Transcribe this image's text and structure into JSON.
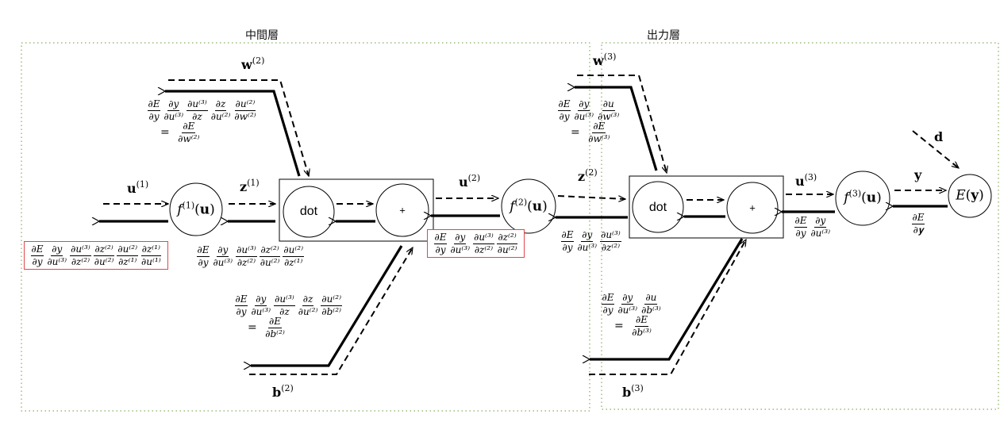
{
  "layers": {
    "hidden": {
      "title": "中間層"
    },
    "output": {
      "title": "出力層"
    }
  },
  "colors": {
    "layer_border": "#6b9a3a",
    "highlight_border": "#e0474c",
    "line": "#000000"
  },
  "nodes": {
    "f1": {
      "func": "f",
      "sup": "(1)",
      "arg": "u"
    },
    "dot1": {
      "label": "dot"
    },
    "plus1": {
      "label": "+"
    },
    "f2": {
      "func": "f",
      "sup": "(2)",
      "arg": "u"
    },
    "dot2": {
      "label": "dot"
    },
    "plus2": {
      "label": "+"
    },
    "f3": {
      "func": "f",
      "sup": "(3)",
      "arg": "u"
    },
    "E": {
      "func": "E",
      "arg": "y"
    }
  },
  "labels": {
    "u1": {
      "base": "u",
      "sup": "(1)"
    },
    "z1": {
      "base": "z",
      "sup": "(1)"
    },
    "w2": {
      "base": "w",
      "sup": "(2)"
    },
    "b2": {
      "base": "b",
      "sup": "(2)"
    },
    "u2": {
      "base": "u",
      "sup": "(2)"
    },
    "z2": {
      "base": "z",
      "sup": "(2)"
    },
    "w3": {
      "base": "w",
      "sup": "(3)"
    },
    "b3": {
      "base": "b",
      "sup": "(3)"
    },
    "u3": {
      "base": "u",
      "sup": "(3)"
    },
    "y": {
      "base": "y",
      "sup": ""
    },
    "d": {
      "base": "d",
      "sup": ""
    }
  },
  "formulas": {
    "grad_u1": {
      "highlighted": true,
      "terms": [
        [
          "∂E",
          "∂y"
        ],
        [
          "∂y",
          "∂u⁽³⁾"
        ],
        [
          "∂u⁽³⁾",
          "∂z⁽²⁾"
        ],
        [
          "∂z⁽²⁾",
          "∂u⁽²⁾"
        ],
        [
          "∂u⁽²⁾",
          "∂z⁽¹⁾"
        ],
        [
          "∂z⁽¹⁾",
          "∂u⁽¹⁾"
        ]
      ]
    },
    "grad_z1": {
      "highlighted": false,
      "terms": [
        [
          "∂E",
          "∂y"
        ],
        [
          "∂y",
          "∂u⁽³⁾"
        ],
        [
          "∂u⁽³⁾",
          "∂z⁽²⁾"
        ],
        [
          "∂z⁽²⁾",
          "∂u⁽²⁾"
        ],
        [
          "∂u⁽²⁾",
          "∂z⁽¹⁾"
        ]
      ]
    },
    "grad_w2": {
      "highlighted": false,
      "terms": [
        [
          "∂E",
          "∂y"
        ],
        [
          "∂y",
          "∂u⁽³⁾"
        ],
        [
          "∂u⁽³⁾",
          "∂z"
        ],
        [
          "∂z",
          "∂u⁽²⁾"
        ],
        [
          "∂u⁽²⁾",
          "∂w⁽²⁾"
        ]
      ],
      "equals": [
        "∂E",
        "∂w⁽²⁾"
      ]
    },
    "grad_b2": {
      "highlighted": false,
      "terms": [
        [
          "∂E",
          "∂y"
        ],
        [
          "∂y",
          "∂u⁽³⁾"
        ],
        [
          "∂u⁽³⁾",
          "∂z"
        ],
        [
          "∂z",
          "∂u⁽²⁾"
        ],
        [
          "∂u⁽²⁾",
          "∂b⁽²⁾"
        ]
      ],
      "equals": [
        "∂E",
        "∂b⁽²⁾"
      ]
    },
    "grad_u2": {
      "highlighted": true,
      "terms": [
        [
          "∂E",
          "∂y"
        ],
        [
          "∂y",
          "∂u⁽³⁾"
        ],
        [
          "∂u⁽³⁾",
          "∂z⁽²⁾"
        ],
        [
          "∂z⁽²⁾",
          "∂u⁽²⁾"
        ]
      ]
    },
    "grad_z2": {
      "highlighted": false,
      "terms": [
        [
          "∂E",
          "∂y"
        ],
        [
          "∂y",
          "∂u⁽³⁾"
        ],
        [
          "∂u⁽³⁾",
          "∂z⁽²⁾"
        ]
      ]
    },
    "grad_w3": {
      "highlighted": false,
      "terms": [
        [
          "∂E",
          "∂y"
        ],
        [
          "∂y",
          "∂u⁽³⁾"
        ],
        [
          "∂u",
          "∂w⁽³⁾"
        ]
      ],
      "equals": [
        "∂E",
        "∂w⁽³⁾"
      ]
    },
    "grad_b3": {
      "highlighted": false,
      "terms": [
        [
          "∂E",
          "∂y"
        ],
        [
          "∂y",
          "∂u⁽³⁾"
        ],
        [
          "∂u",
          "∂b⁽³⁾"
        ]
      ],
      "equals": [
        "∂E",
        "∂b⁽³⁾"
      ]
    },
    "grad_u3": {
      "highlighted": false,
      "terms": [
        [
          "∂E",
          "∂y"
        ],
        [
          "∂y",
          "∂u⁽³⁾"
        ]
      ]
    },
    "grad_y": {
      "highlighted": false,
      "terms": [
        [
          "∂E",
          "∂𝐲"
        ]
      ]
    }
  }
}
